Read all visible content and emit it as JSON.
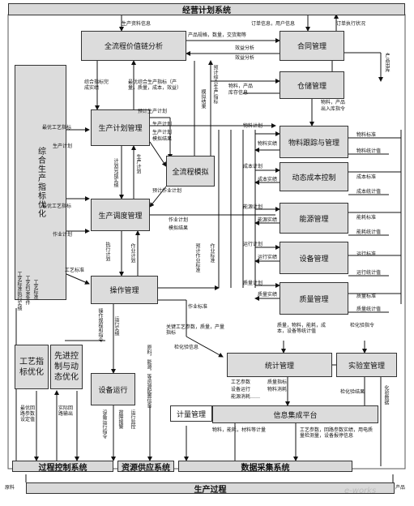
{
  "bands": {
    "top": "经营计划系统",
    "process_control": "过程控制系统",
    "resource_supply": "资源供应系统",
    "data_collection": "数据采集系统",
    "production_process": "生产过程"
  },
  "boxes": {
    "value_chain": "全流程价值链分析",
    "contract": "合同管理",
    "warehouse": "仓储管理",
    "indicator_opt": "综合生产指标优化",
    "prod_plan": "生产计划管理",
    "simulation": "全流程模拟",
    "material_tracking": "物料跟踪与管理",
    "cost_control": "动态成本控制",
    "energy": "能源管理",
    "prod_dispatch": "生产调度管理",
    "equipment": "设备管理",
    "quality": "质量管理",
    "operation": "操作管理",
    "process_indicator": "工艺指标优化",
    "adv_control": "先进控制与动态优化",
    "equipment_run": "设备运行",
    "statistics": "统计管理",
    "lab": "实验室管理",
    "metering": "计量管理",
    "info_platform": "信息集成平台"
  },
  "labels": {
    "l01": "生产资料信息",
    "l02": "订单信息，用户信息",
    "l03": "订单执行状况",
    "l04": "产品规格，数量，交货期等",
    "l05": "效益分析",
    "l06": "效益分析",
    "l07": "产品出库",
    "l08": "物料，产品",
    "l09": "库存信息",
    "l10": "物料，产品",
    "l11": "出入库指令",
    "l12": "综合指标完成实绩",
    "l13": "最优综合生产指标（产量，质量，成本，效益）",
    "l14": "预计生产计划",
    "l15": "生产计划",
    "l16": "生产计划",
    "l17": "模拟结果",
    "l18": "预计综合生产指标",
    "l19": "模拟结果",
    "l20": "最优工艺指标",
    "l21": "生产计划",
    "l22": "计划完成实绩",
    "l23": "生产计划",
    "l24": "预计作业计划",
    "l25": "最优工艺指标",
    "l26": "作业计划",
    "l27": "作业计划",
    "l28": "模拟结果",
    "l29": "执行计划",
    "l30": "作业计划",
    "l31": "工艺标准",
    "l32": "预计作业标准",
    "l33": "作业标准",
    "l34": "作业标准",
    "l35": "工艺标准执行实绩",
    "l36": "工艺约束条件",
    "l37": "工艺标准",
    "l38": "物料计划",
    "l39": "物料实绩",
    "l40": "成本计划",
    "l41": "成本实绩",
    "l42": "能源计划",
    "l43": "能源实绩",
    "l44": "运行计划",
    "l45": "运行实绩",
    "l46": "质量计划",
    "l47": "质量实绩",
    "l48": "物料标准",
    "l49": "物料统计值",
    "l50": "成本标准",
    "l51": "成本统计值",
    "l52": "能耗标准",
    "l53": "能耗统计值",
    "l54": "运行标准",
    "l55": "运行统计值",
    "l56": "质量标准",
    "l57": "质量统计值",
    "l58": "质量，物料，能耗，成本，设备等统计值",
    "l59": "检化验指令",
    "l60": "关键工艺参数，质量，产量指标",
    "l61": "检化验信息",
    "l62": "操作规程和指令",
    "l63": "运行实绩",
    "l64": "设备运行指令",
    "l65": "故障报警",
    "l66": "运行监控",
    "l67": "工艺参数",
    "l68": "设备运行",
    "l69": "能源消耗……",
    "l70": "质量指标",
    "l71": "物料消耗",
    "l72": "检化验结果",
    "l73": "化验数据",
    "l74": "物料，能耗，材料等计量",
    "l75": "原料，能源，等资源配置信息",
    "l76": "工艺参数，回路参数实绩，用电质量检测量，设备报停信息",
    "l77": "最优回路参数设定值",
    "l78": "实际回路输出",
    "l79": "原料",
    "l80": "产品"
  },
  "watermark": "e-works"
}
